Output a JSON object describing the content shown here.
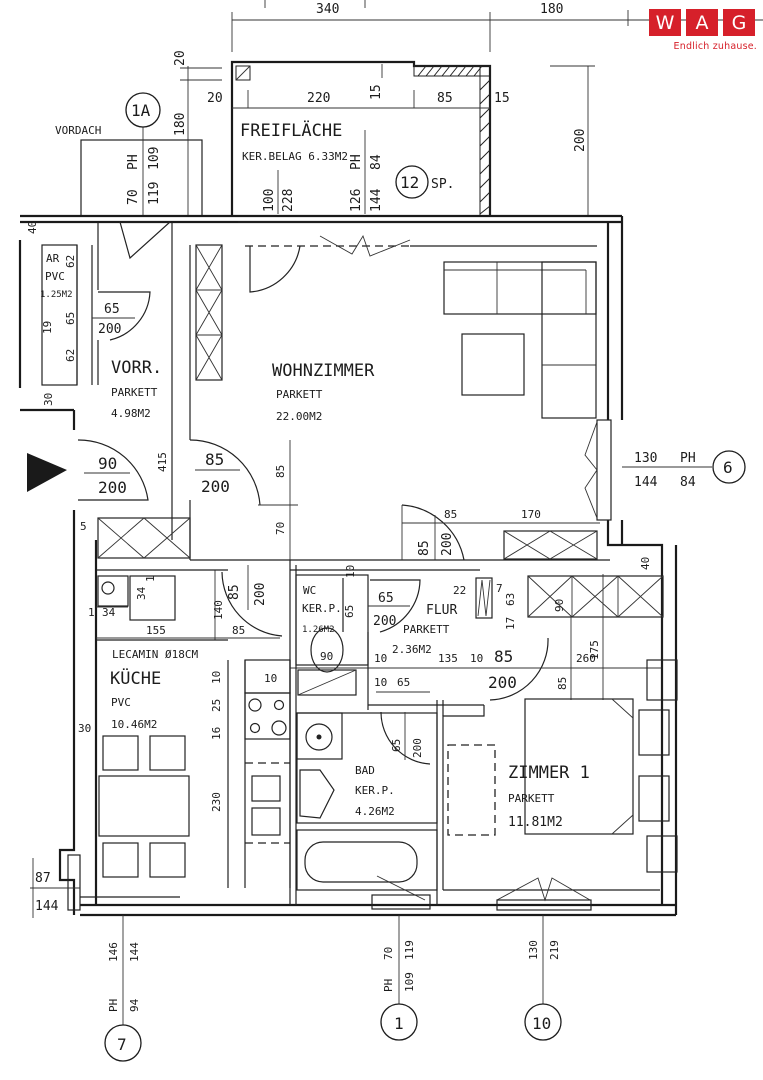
{
  "brand": {
    "letters": [
      "W",
      "A",
      "G"
    ],
    "tagline": "Endlich zuhause.",
    "color": "#d6202a"
  },
  "rooms": {
    "freiflaeche": {
      "name": "FREIFLÄCHE",
      "floor": "KER.BELAG 6.33M2"
    },
    "ar": {
      "name": "AR",
      "floor": "PVC",
      "area": "1.25M2"
    },
    "vorraum": {
      "name": "VORR.",
      "floor": "PARKETT",
      "area": "4.98M2"
    },
    "wohnzimmer": {
      "name": "WOHNZIMMER",
      "floor": "PARKETT",
      "area": "22.00M2"
    },
    "kueche": {
      "name": "KÜCHE",
      "floor": "PVC",
      "area": "10.46M2",
      "note": "LECAMIN Ø18CM"
    },
    "wc": {
      "name": "WC",
      "floor": "KER.P.",
      "area": "1.26M2"
    },
    "flur": {
      "name": "FLUR",
      "floor": "PARKETT",
      "area": "2.36M2"
    },
    "bad": {
      "name": "BAD",
      "floor": "KER.P.",
      "area": "4.26M2"
    },
    "zimmer1": {
      "name": "ZIMMER 1",
      "floor": "PARKETT",
      "area": "11.81M2"
    }
  },
  "labels": {
    "vordach": "VORDACH",
    "sp": "SP.",
    "ph": "PH"
  },
  "markers": {
    "m1a": "1A",
    "m12": "12",
    "m6": "6",
    "m7": "7",
    "m1": "1",
    "m10": "10"
  },
  "window_specs": {
    "w1a": {
      "a": "70",
      "b": "119",
      "c": "109"
    },
    "wfl1": {
      "a": "100",
      "b": "228"
    },
    "wfl2": {
      "a": "126",
      "b": "144",
      "c": "84"
    },
    "w6": {
      "a": "130",
      "b": "144",
      "c": "84"
    },
    "w7": {
      "a": "146",
      "b": "144",
      "c": "94"
    },
    "w1": {
      "a": "70",
      "b": "109",
      "c": "119"
    },
    "w10": {
      "a": "130",
      "b": "219"
    }
  },
  "doors": {
    "ar": {
      "w": "65",
      "h": "200"
    },
    "entry": {
      "w": "90",
      "h": "200"
    },
    "wohn": {
      "w": "85",
      "h": "200"
    },
    "kueche": {
      "w": "85",
      "h": "200"
    },
    "flur_wohn": {
      "w": "85",
      "h": "200"
    },
    "wc": {
      "w": "65",
      "h": "200"
    },
    "zimmer": {
      "w": "85",
      "h": "200"
    },
    "bad": {
      "w": "65",
      "h": "200"
    }
  },
  "dims": {
    "top_340": "340",
    "top_180": "180",
    "d20a": "20",
    "d20b": "20",
    "d180": "180",
    "d220": "220",
    "d15a": "15",
    "d85": "85",
    "d15b": "15",
    "d200": "200",
    "d40": "40",
    "d62a": "62",
    "d65": "65",
    "d19": "19",
    "d62b": "62",
    "d30a": "30",
    "d415": "415",
    "d5": "5",
    "d85b": "85",
    "d70": "70",
    "d85c": "85",
    "d170": "170",
    "d1": "1",
    "d34a": "34",
    "d34b": "34",
    "d1b": "1",
    "d155": "155",
    "d140": "140",
    "d85k": "85",
    "d10a": "10",
    "d10b": "10",
    "d25": "25",
    "d16": "16",
    "d230": "230",
    "d30b": "30",
    "d87": "87",
    "d144": "144",
    "d10wc": "10",
    "d65wc": "65",
    "d90": "90",
    "d10f1": "10",
    "d135": "135",
    "d10f2": "10",
    "d10f3": "10",
    "d65f": "65",
    "d22": "22",
    "d7": "7",
    "d63": "63",
    "d17": "17",
    "d40r": "40",
    "d90r": "90",
    "d260": "260",
    "d175": "175",
    "d85r": "85"
  }
}
